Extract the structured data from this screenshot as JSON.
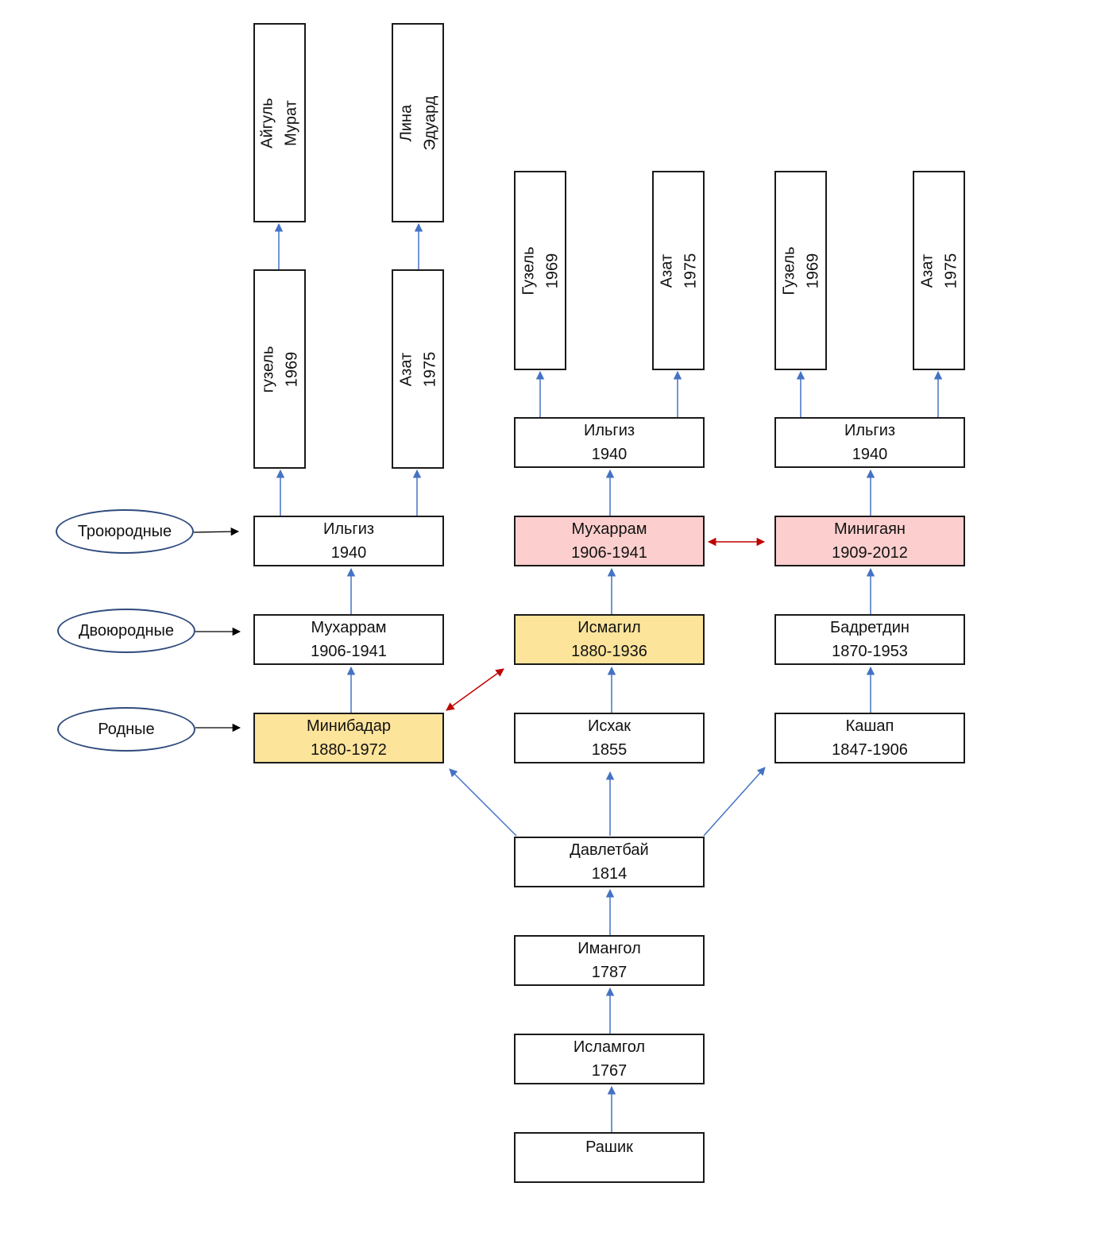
{
  "legend": {
    "third_cousins": "Троюродные",
    "cousins": "Двоюродные",
    "siblings": "Родные"
  },
  "tree": {
    "rashik": {
      "name": "Рашик"
    },
    "islamgol": {
      "name": "Исламгол",
      "year": "1767"
    },
    "imangol": {
      "name": "Имангол",
      "year": "1787"
    },
    "davletbay": {
      "name": "Давлетбай",
      "year": "1814"
    },
    "left": {
      "minibadar": {
        "name": "Минибадар",
        "year": "1880-1972"
      },
      "muharram": {
        "name": "Мухаррам",
        "year": "1906-1941"
      },
      "ilgiz": {
        "name": "Ильгиз",
        "year": "1940"
      },
      "child1": {
        "line1": "гузель",
        "line2": "1969"
      },
      "child2": {
        "line1": "Азат",
        "line2": "1975"
      },
      "grandchild1": {
        "line1": "Айгуль",
        "line2": "Мурат"
      },
      "grandchild2": {
        "line1": "Лина",
        "line2": "Эдуард"
      }
    },
    "middle": {
      "iskhak": {
        "name": "Исхак",
        "year": "1855"
      },
      "ismagil": {
        "name": "Исмагил",
        "year": "1880-1936"
      },
      "muharram": {
        "name": "Мухаррам",
        "year": "1906-1941"
      },
      "ilgiz": {
        "name": "Ильгиз",
        "year": "1940"
      },
      "child1": {
        "line1": "Гузель",
        "line2": "1969"
      },
      "child2": {
        "line1": "Азат",
        "line2": "1975"
      }
    },
    "right": {
      "kashap": {
        "name": "Кашап",
        "year": "1847-1906"
      },
      "badretdin": {
        "name": "Бадретдин",
        "year": "1870-1953"
      },
      "miniga": {
        "name": "Минигаян",
        "year": "1909-2012"
      },
      "ilgiz": {
        "name": "Ильгиз",
        "year": "1940"
      },
      "child1": {
        "line1": "Гузель",
        "line2": "1969"
      },
      "child2": {
        "line1": "Азат",
        "line2": "1975"
      }
    }
  },
  "colors": {
    "highlight_yellow": "#fde49b",
    "highlight_pink": "#fccfce",
    "arrow_blue": "#4472c4",
    "arrow_red": "#c00000",
    "arrow_black": "#000000"
  }
}
